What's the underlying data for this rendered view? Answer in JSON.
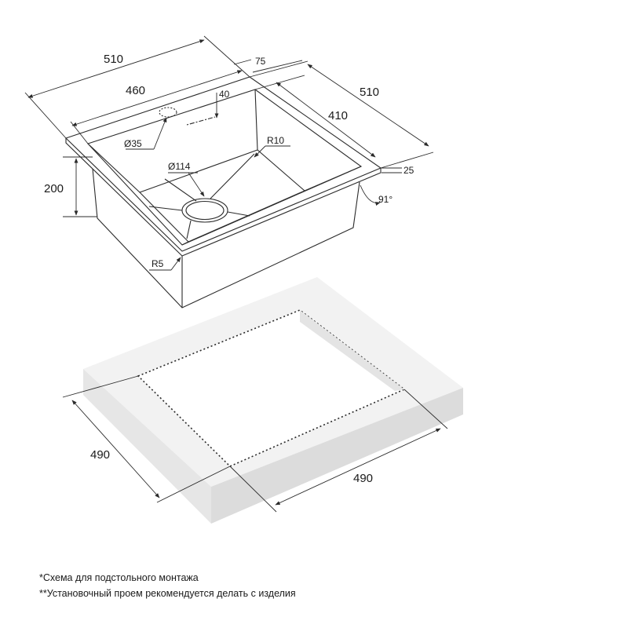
{
  "sink": {
    "dim_outer_width": "510",
    "dim_inner_width": "460",
    "dim_rim_offset": "75",
    "dim_outer_depth": "510",
    "dim_inner_depth": "410",
    "dim_tap_offset": "40",
    "dim_tap_hole": "Ø35",
    "dim_corner_radius": "R10",
    "dim_drain": "Ø114",
    "dim_height": "200",
    "dim_rim_height": "25",
    "dim_angle": "91°",
    "dim_bottom_radius": "R5"
  },
  "cutout": {
    "dim_width": "490",
    "dim_depth": "490"
  },
  "notes": {
    "line1": "*Схема для подстольного монтажа",
    "line2": "**Установочный проем рекомендуется делать с изделия"
  },
  "colors": {
    "line": "#2b2b2b",
    "counter_top": "#f2f2f2",
    "counter_side": "#e2e2e2",
    "counter_front": "#d9d9d9"
  }
}
